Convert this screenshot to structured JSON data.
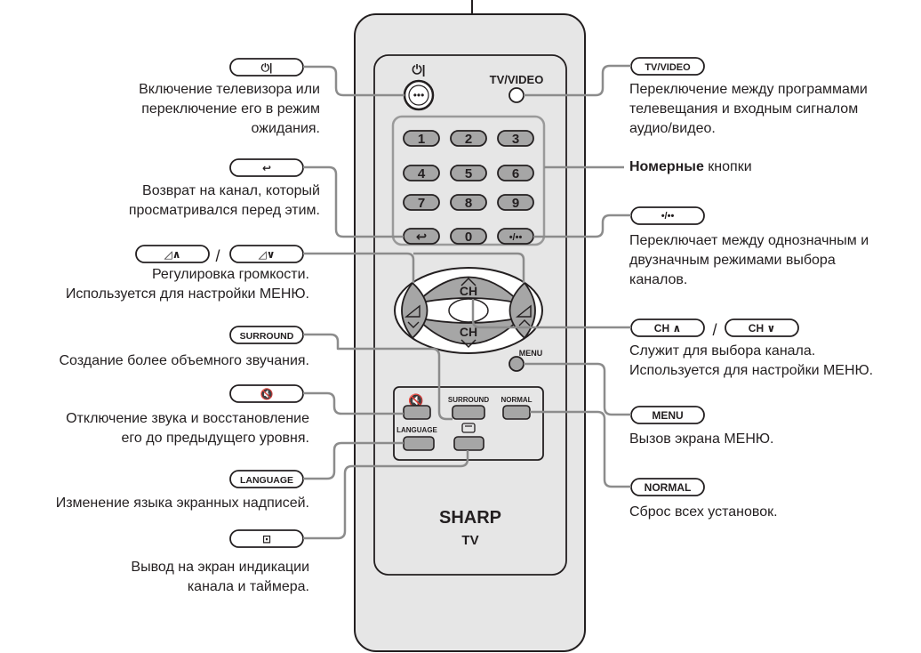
{
  "remote": {
    "power_symbol": "⏻|",
    "tv_video": "TV/VIDEO",
    "numbers": [
      "1",
      "2",
      "3",
      "4",
      "5",
      "6",
      "7",
      "8",
      "9",
      "0"
    ],
    "flashback_symbol": "↩",
    "digit_mode_symbol": "•/••",
    "ch": "CH",
    "menu": "MENU",
    "surround": "SURROUND",
    "normal": "NORMAL",
    "language": "LANGUAGE",
    "brand": "SHARP",
    "model": "TV"
  },
  "callouts": {
    "power": {
      "key": "⏻|",
      "lines": [
        "Включение телевизора или",
        "переключение его в режим",
        "ожидания."
      ]
    },
    "flashback": {
      "key": "↩",
      "lines": [
        "Возврат на канал, который",
        "просматривался перед этим."
      ]
    },
    "volume": {
      "key_up": "◿∧",
      "separator": "/",
      "key_down": "◿∨",
      "lines": [
        "Регулировка громкости.",
        "Используется для настройки МЕНЮ."
      ]
    },
    "surround": {
      "key": "SURROUND",
      "lines": [
        "Создание более объемного звучания."
      ]
    },
    "mute": {
      "key": "🔇",
      "lines": [
        "Отключение звука и восстановление",
        "его до предыдущего уровня."
      ]
    },
    "language": {
      "key": "LANGUAGE",
      "lines": [
        "Изменение языка экранных надписей."
      ]
    },
    "display": {
      "key": "⊡",
      "lines": [
        "Вывод на экран индикации",
        "канала и таймера."
      ]
    },
    "tv_video": {
      "key": "TV/VIDEO",
      "lines": [
        "Переключение между программами",
        "телевещания и входным сигналом",
        "аудио/видео."
      ]
    },
    "numbers": {
      "bold": "Номерные",
      "rest": " кнопки"
    },
    "digit_mode": {
      "key": "•/••",
      "lines": [
        "Переключает между однозначным и",
        "двузначным режимами выбора",
        "каналов."
      ]
    },
    "channel": {
      "key_up": "CH ∧",
      "separator": "/",
      "key_down": "CH ∨",
      "lines": [
        "Служит для выбора канала.",
        "Используется для настройки МЕНЮ."
      ]
    },
    "menu": {
      "key": "MENU",
      "lines": [
        "Вызов экрана МЕНЮ."
      ]
    },
    "normal": {
      "key": "NORMAL",
      "lines": [
        "Сброс всех установок."
      ]
    }
  }
}
